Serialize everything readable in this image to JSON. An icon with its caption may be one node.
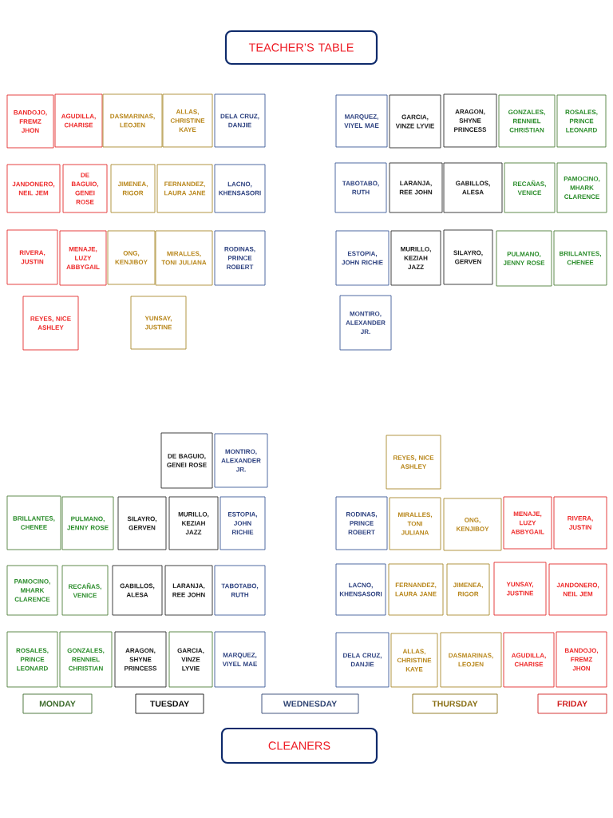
{
  "diagram": {
    "nodes": [
      {
        "text": [
          "TEACHER’S TABLE"
        ]
      },
      {
        "text": [
          "BANDOJO, FREMZ JHON"
        ]
      },
      {
        "text": [
          "AGUDILLA, CHARISE"
        ]
      },
      {
        "text": [
          "DASMARINAS, LEOJEN"
        ]
      },
      {
        "text": [
          "ALLAS, CHRISTINE KAYE"
        ]
      },
      {
        "text": [
          "DELA CRUZ, DANJIE"
        ]
      },
      {
        "text": [
          "MARQUEZ, VIYEL MAE"
        ]
      },
      {
        "text": [
          "GARCIA, VINZE LYVIE"
        ]
      },
      {
        "text": [
          "ARAGON, SHYNE PRINCESS"
        ]
      },
      {
        "text": [
          "GONZALES, RENNIEL CHRISTIAN"
        ]
      },
      {
        "text": [
          "ROSALES, PRINCE LEONARD"
        ]
      },
      {
        "text": [
          "JANDONERO, NEIL JEM"
        ]
      },
      {
        "text": [
          "DE BAGUIO, GENEI ROSE"
        ]
      },
      {
        "text": [
          "JIMENEA, RIGOR"
        ]
      },
      {
        "text": [
          "FERNANDEZ, LAURA JANE"
        ]
      },
      {
        "text": [
          "LACNO, KHENSASORI"
        ]
      },
      {
        "text": [
          "TABOTABO, RUTH"
        ]
      },
      {
        "text": [
          "LARANJA, REE JOHN"
        ]
      },
      {
        "text": [
          "GABILLOS, ALESA"
        ]
      },
      {
        "text": [
          "RECAÑAS, VENICE"
        ]
      },
      {
        "text": [
          "PAMOCINO, MHARK CLARENCE"
        ]
      },
      {
        "text": [
          "RIVERA, JUSTIN"
        ]
      },
      {
        "text": [
          "MENAJE, LUZY ABBYGAIL"
        ]
      },
      {
        "text": [
          "ONG, KENJIBOY"
        ]
      },
      {
        "text": [
          "MIRALLES, TONI JULIANA"
        ]
      },
      {
        "text": [
          "RODINAS, PRINCE ROBERT"
        ]
      },
      {
        "text": [
          "ESTOPIA, JOHN RICHIE"
        ]
      },
      {
        "text": [
          "MURILLO, KEZIAH JAZZ"
        ]
      },
      {
        "text": [
          "SILAYRO, GERVEN"
        ]
      },
      {
        "text": [
          "PULMANO, JENNY ROSE"
        ]
      },
      {
        "text": [
          "BRILLANTES, CHENEE"
        ]
      },
      {
        "text": [
          "REYES, NICE ASHLEY"
        ]
      },
      {
        "text": [
          "YUNSAY, JUSTINE"
        ]
      },
      {
        "text": [
          "MONTIRO, ALEXANDER JR."
        ]
      },
      {
        "text": [
          "DE BAGUIO, GENEI ROSE"
        ]
      },
      {
        "text": [
          "MONTIRO, ALEXANDER JR."
        ]
      },
      {
        "text": [
          "REYES, NICE ASHLEY"
        ]
      },
      {
        "text": [
          "BRILLANTES, CHENEE"
        ]
      },
      {
        "text": [
          "PULMANO, JENNY ROSE"
        ]
      },
      {
        "text": [
          "SILAYRO, GERVEN"
        ]
      },
      {
        "text": [
          "MURILLO, KEZIAH JAZZ"
        ]
      },
      {
        "text": [
          "ESTOPIA, JOHN RICHIE"
        ]
      },
      {
        "text": [
          "RODINAS, PRINCE ROBERT"
        ]
      },
      {
        "text": [
          "MIRALLES, TONI JULIANA"
        ]
      },
      {
        "text": [
          "ONG, KENJIBOY"
        ]
      },
      {
        "text": [
          "MENAJE, LUZY ABBYGAIL"
        ]
      },
      {
        "text": [
          "RIVERA, JUSTIN"
        ]
      },
      {
        "text": [
          "PAMOCINO, MHARK CLARENCE"
        ]
      },
      {
        "text": [
          "RECAÑAS, VENICE"
        ]
      },
      {
        "text": [
          "GABILLOS, ALESA"
        ]
      },
      {
        "text": [
          "LARANJA, REE JOHN"
        ]
      },
      {
        "text": [
          "TABOTABO, RUTH"
        ]
      },
      {
        "text": [
          "LACNO, KHENSASORI"
        ]
      },
      {
        "text": [
          "FERNANDEZ, LAURA JANE"
        ]
      },
      {
        "text": [
          "JIMENEA, RIGOR"
        ]
      },
      {
        "text": [
          "YUNSAY, JUSTINE"
        ]
      },
      {
        "text": [
          "JANDONERO, NEIL JEM"
        ]
      },
      {
        "text": [
          "ROSALES, PRINCE LEONARD"
        ]
      },
      {
        "text": [
          "GONZALES, RENNIEL CHRISTIAN"
        ]
      },
      {
        "text": [
          "ARAGON, SHYNE PRINCESS"
        ]
      },
      {
        "text": [
          "GARCIA, VINZE LYVIE"
        ]
      },
      {
        "text": [
          "MARQUEZ, VIYEL MAE"
        ]
      },
      {
        "text": [
          "DELA CRUZ, DANJIE"
        ]
      },
      {
        "text": [
          "ALLAS, CHRISTINE KAYE"
        ]
      },
      {
        "text": [
          "DASMARINAS, LEOJEN"
        ]
      },
      {
        "text": [
          "AGUDILLA, CHARISE"
        ]
      },
      {
        "text": [
          "BANDOJO, FREMZ JHON"
        ]
      },
      {
        "text": [
          "MONDAY"
        ]
      },
      {
        "text": [
          "TUESDAY"
        ]
      },
      {
        "text": [
          "WEDNESDAY"
        ]
      },
      {
        "text": [
          "THURSDAY"
        ]
      },
      {
        "text": [
          "FRIDAY"
        ]
      },
      {
        "text": [
          "CLEANERS"
        ]
      }
    ]
  }
}
